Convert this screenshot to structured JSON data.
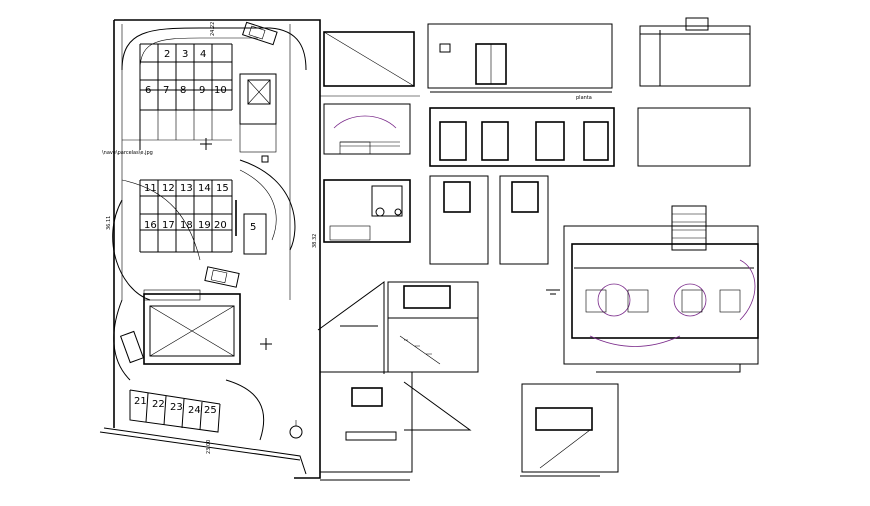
{
  "site_plan": {
    "caption": "\\nave\\parcelas\\e.jpg",
    "dims": {
      "top": "24.22",
      "left": "36.11",
      "bottom": "23.00"
    },
    "parking_top": [
      "2",
      "3",
      "4"
    ],
    "parking_mid": [
      "6",
      "7",
      "8",
      "9",
      "10"
    ],
    "parking_lower_a": [
      "11",
      "12",
      "13",
      "14",
      "15"
    ],
    "parking_lower_b": [
      "16",
      "17",
      "18",
      "19",
      "20"
    ],
    "parking_side": "5",
    "parking_bottom": [
      "21",
      "22",
      "23",
      "24",
      "25"
    ]
  },
  "elevation": {
    "caption": "planta"
  },
  "section": {
    "dim": "38.32"
  }
}
